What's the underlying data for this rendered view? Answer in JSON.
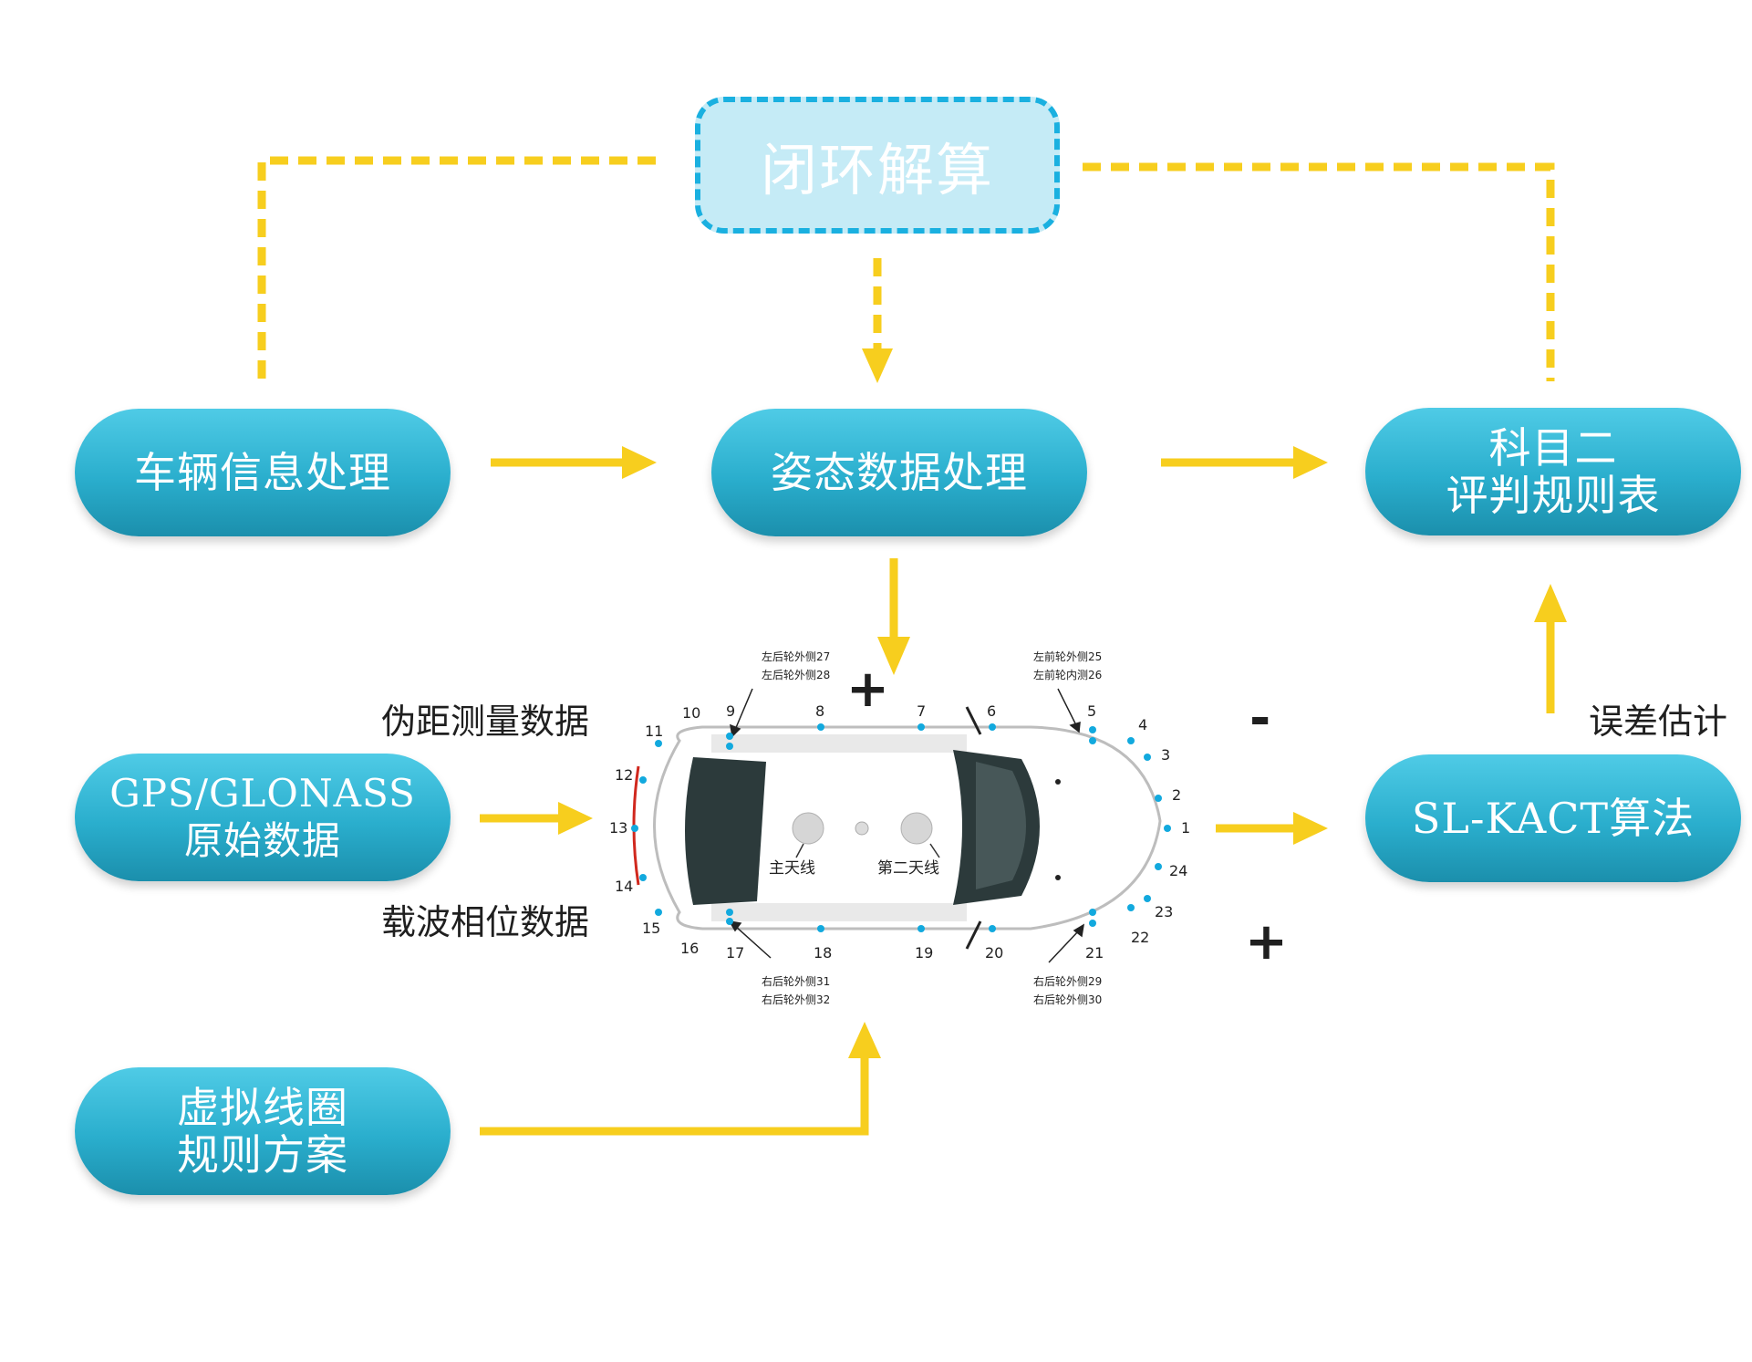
{
  "closed_loop": {
    "label": "闭环解算"
  },
  "nodes": {
    "vehicle_info": {
      "label": "车辆信息处理"
    },
    "attitude": {
      "label": "姿态数据处理"
    },
    "rules_table": {
      "line1": "科目二",
      "line2": "评判规则表"
    },
    "gnss": {
      "line1": "GPS/GLONASS",
      "line2": "原始数据"
    },
    "algorithm": {
      "label": "SL-KACT算法"
    },
    "virtual_coil": {
      "line1": "虚拟线圈",
      "line2": "规则方案"
    }
  },
  "labels": {
    "pseudorange": "伪距测量数据",
    "carrier_phase": "载波相位数据",
    "error_estimation": "误差估计",
    "plus": "+",
    "minus": "-"
  },
  "car": {
    "antenna_main": "主天线",
    "antenna_second": "第二天线",
    "annotations": {
      "left_rear_27": "左后轮外侧27",
      "left_rear_28": "左后轮外侧28",
      "left_front_25": "左前轮外侧25",
      "left_front_26": "左前轮内测26",
      "right_rear_31": "右后轮外侧31",
      "right_rear_32": "右后轮外侧32",
      "right_rear_29": "右后轮外侧29",
      "right_rear_30": "右后轮外侧30"
    },
    "points": [
      "1",
      "2",
      "3",
      "4",
      "5",
      "6",
      "7",
      "8",
      "9",
      "10",
      "11",
      "12",
      "13",
      "14",
      "15",
      "16",
      "17",
      "18",
      "19",
      "20",
      "21",
      "22",
      "23",
      "24"
    ]
  },
  "colors": {
    "arrow": "#f7ce1e",
    "pill_top": "#4fcbe6",
    "pill_bottom": "#1b8fac",
    "loop_border": "#1ab0e0",
    "loop_fill": "#c5ebf6",
    "point": "#12a9de"
  }
}
